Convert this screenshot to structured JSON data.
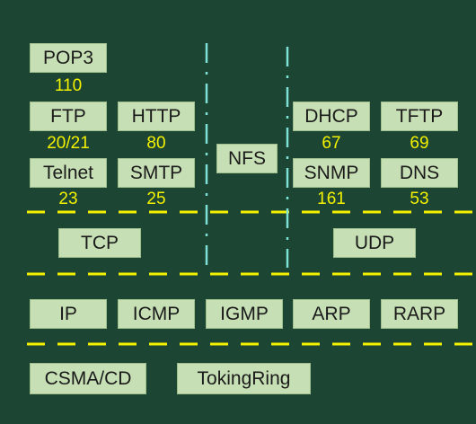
{
  "boxes": {
    "pop3": "POP3",
    "ftp": "FTP",
    "http": "HTTP",
    "telnet": "Telnet",
    "smtp": "SMTP",
    "nfs": "NFS",
    "dhcp": "DHCP",
    "tftp": "TFTP",
    "snmp": "SNMP",
    "dns": "DNS",
    "tcp": "TCP",
    "udp": "UDP",
    "ip": "IP",
    "icmp": "ICMP",
    "igmp": "IGMP",
    "arp": "ARP",
    "rarp": "RARP",
    "csma": "CSMA/CD",
    "tokingring": "TokingRing"
  },
  "ports": {
    "pop3": "110",
    "ftp": "20/21",
    "http": "80",
    "telnet": "23",
    "smtp": "25",
    "dhcp": "67",
    "tftp": "69",
    "snmp": "161",
    "dns": "53"
  },
  "colors": {
    "background": "#1c4633",
    "box_fill": "#c6dfb4",
    "port_text": "#f3f000",
    "layer_divider": "#f3f000",
    "column_divider": "#7fe0d8"
  }
}
